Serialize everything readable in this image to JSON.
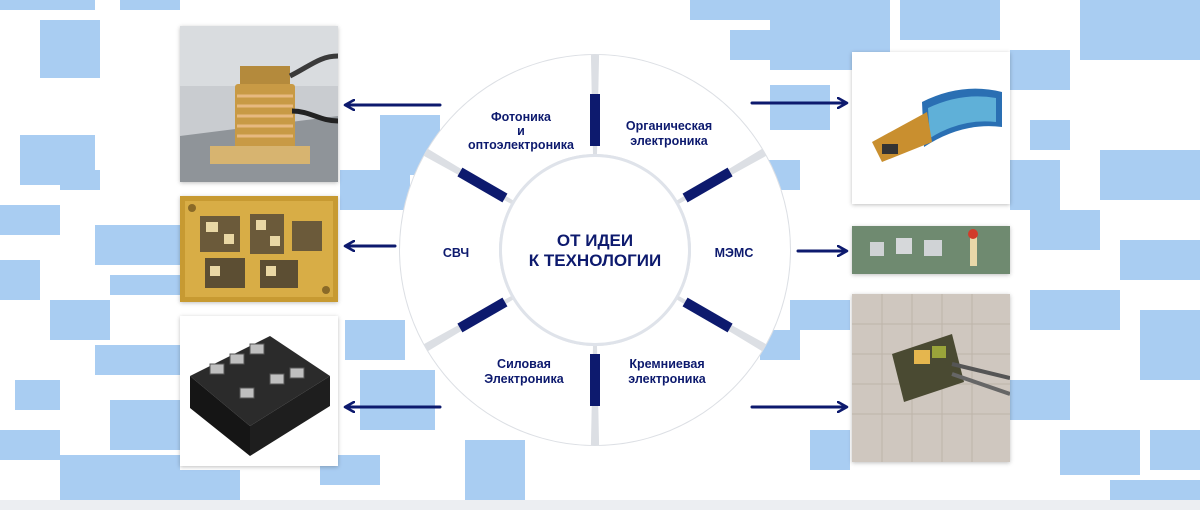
{
  "center": {
    "line1": "ОТ ИДЕИ",
    "line2": "К ТЕХНОЛОГИИ"
  },
  "segments": {
    "photonics": {
      "line1": "Фотоника",
      "line2": "и",
      "line3": "оптоэлектроника"
    },
    "organic": {
      "line1": "Органическая",
      "line2": "электроника"
    },
    "mems": {
      "line1": "МЭМС"
    },
    "silicon": {
      "line1": "Кремниевая",
      "line2": "электроника"
    },
    "power": {
      "line1": "Силовая",
      "line2": "Электроника"
    },
    "microwave": {
      "line1": "СВЧ"
    }
  },
  "colors": {
    "navy": "#0d1a6e",
    "tile_blue": "#a9cdf2",
    "ring_fill": "#ffffff",
    "gap": "#dcdfe4"
  },
  "images": [
    {
      "name": "laser-module-image",
      "icon": "photonics-laser-module"
    },
    {
      "name": "microwave-board-image",
      "icon": "gold-microwave-circuit"
    },
    {
      "name": "power-module-image",
      "icon": "igbt-power-module"
    },
    {
      "name": "flexible-display-image",
      "icon": "flexible-oled-display"
    },
    {
      "name": "mems-chips-image",
      "icon": "mems-chips-with-match"
    },
    {
      "name": "silicon-chip-image",
      "icon": "silicon-chip-in-tweezers"
    }
  ]
}
